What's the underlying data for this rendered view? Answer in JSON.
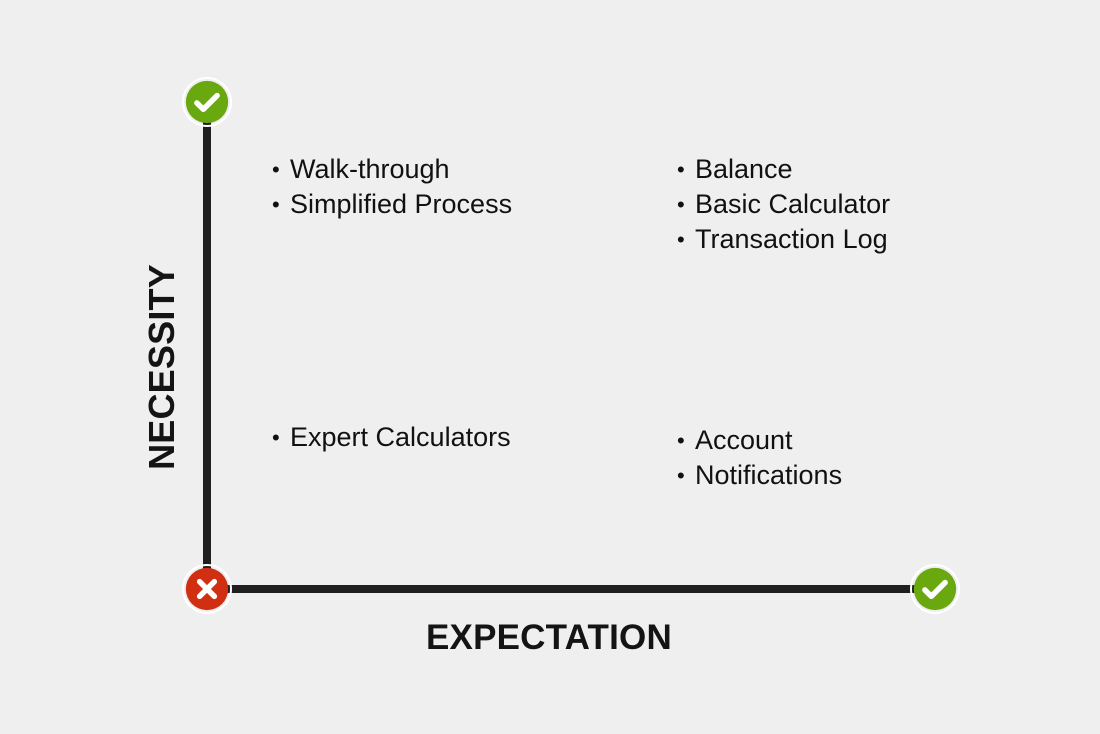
{
  "axes": {
    "x_title": "EXPECTATION",
    "y_title": "NECESSITY"
  },
  "markers": {
    "top": {
      "icon": "check-icon",
      "color": "#6aa80f"
    },
    "origin": {
      "icon": "cross-icon",
      "color": "#d12f12"
    },
    "right": {
      "icon": "check-icon",
      "color": "#6aa80f"
    }
  },
  "quadrants": {
    "top_left": [
      "Walk-through",
      "Simplified Process"
    ],
    "top_right": [
      "Balance",
      "Basic Calculator",
      "Transaction Log"
    ],
    "bottom_left": [
      "Expert Calculators"
    ],
    "bottom_right": [
      "Account",
      "Notifications"
    ]
  }
}
